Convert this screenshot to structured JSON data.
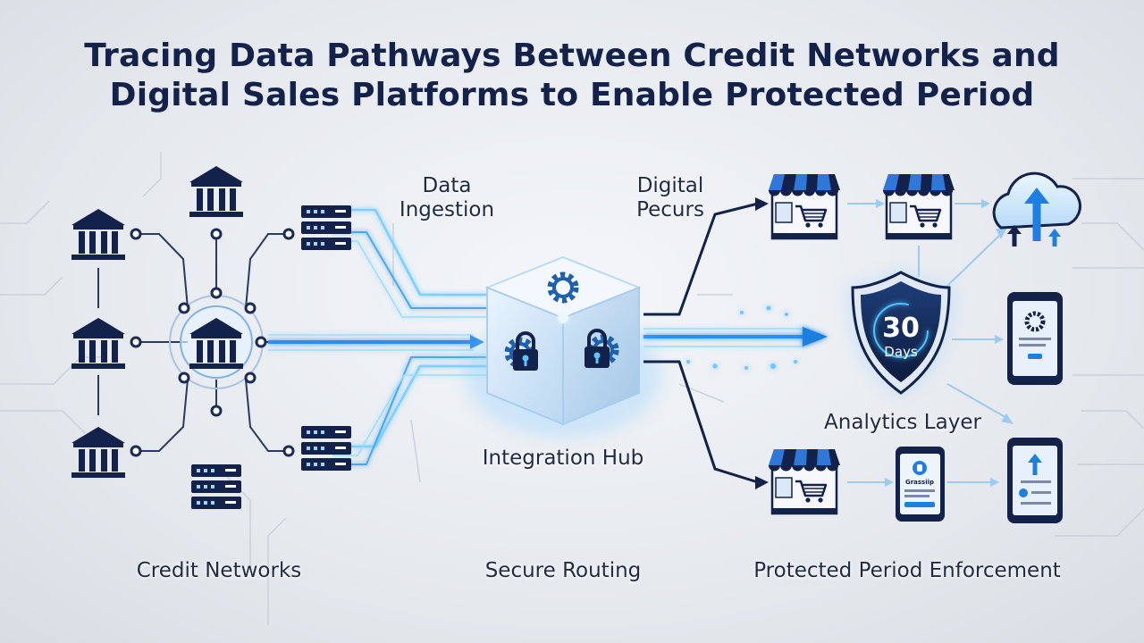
{
  "title": {
    "line1": "Tracing Data Pathways Between Credit Networks and",
    "line2": "Digital Sales Platforms to Enable Protected Period"
  },
  "labels": {
    "data_ingestion_1": "Data",
    "data_ingestion_2": "Ingestion",
    "digital_pecurs_1": "Digital",
    "digital_pecurs_2": "Pecurs",
    "integration_hub": "Integration Hub",
    "analytics_layer": "Analytics Layer",
    "credit_networks": "Credit Networks",
    "secure_routing": "Secure Routing",
    "protected_period_enforcement": "Protected Period Enforcement"
  },
  "shield": {
    "number": "30",
    "unit": "Days"
  },
  "phone_mid": {
    "caption": "Grassiip"
  },
  "colors": {
    "navy": "#13224a",
    "accent_blue": "#1e7fe0",
    "glow_cyan": "#4fc3ff",
    "background": "#e6e9ee"
  },
  "icons": [
    "bank-icon",
    "server-rack-icon",
    "gear-icon",
    "padlock-icon",
    "storefront-cart-icon",
    "cloud-upload-icon",
    "shield-icon",
    "smartphone-icon"
  ]
}
